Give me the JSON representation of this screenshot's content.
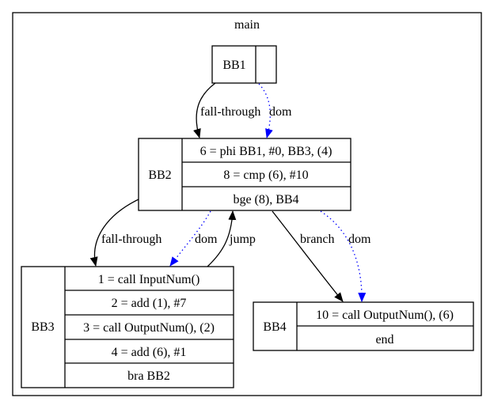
{
  "cluster": {
    "label": "main"
  },
  "blocks": {
    "bb1": {
      "label": "BB1",
      "instructions": []
    },
    "bb2": {
      "label": "BB2",
      "instructions": [
        "6 = phi BB1, #0, BB3, (4)",
        "8 = cmp (6), #10",
        "bge (8), BB4"
      ]
    },
    "bb3": {
      "label": "BB3",
      "instructions": [
        "1 = call InputNum()",
        "2 = add (1), #7",
        "3 = call OutputNum(), (2)",
        "4 = add (6), #1",
        "bra BB2"
      ]
    },
    "bb4": {
      "label": "BB4",
      "instructions": [
        "10 = call OutputNum(), (6)",
        "end"
      ]
    }
  },
  "edges": {
    "bb1_bb2_fallthrough": "fall-through",
    "bb1_bb2_dom": "dom",
    "bb2_bb3_fallthrough": "fall-through",
    "bb2_bb3_dom": "dom",
    "bb3_bb2_jump": "jump",
    "bb2_bb4_branch": "branch",
    "bb2_bb4_dom": "dom"
  },
  "colors": {
    "dom_edge": "#0000ff",
    "control_edge": "#000000"
  }
}
